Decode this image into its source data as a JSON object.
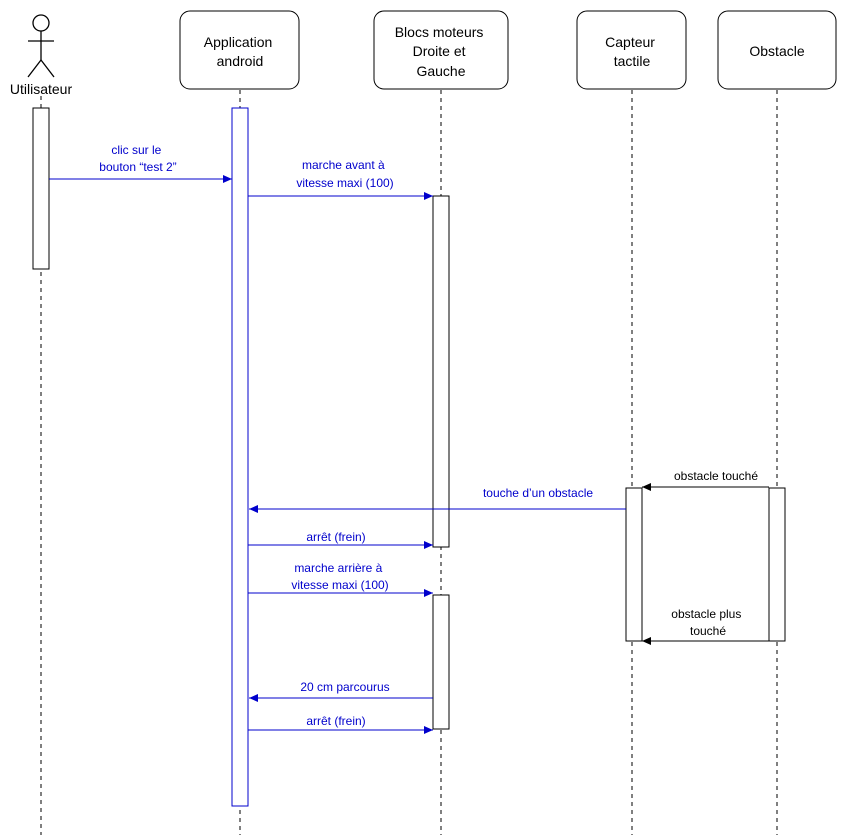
{
  "actor": {
    "label": "Utilisateur"
  },
  "participants": [
    {
      "id": "app",
      "lines": [
        "Application",
        "android"
      ]
    },
    {
      "id": "motors",
      "lines": [
        "Blocs moteurs",
        "Droite et",
        "Gauche"
      ]
    },
    {
      "id": "sensor",
      "lines": [
        "Capteur",
        "tactile"
      ]
    },
    {
      "id": "obstacle",
      "lines": [
        "Obstacle"
      ]
    }
  ],
  "messages": [
    {
      "id": "m1",
      "from": "user",
      "to": "app",
      "lines": [
        "clic sur le",
        "bouton “test 2”"
      ],
      "color": "#0000CC"
    },
    {
      "id": "m2",
      "from": "app",
      "to": "motors",
      "lines": [
        "marche avant à",
        "vitesse maxi (100)"
      ],
      "color": "#0000CC"
    },
    {
      "id": "m3",
      "from": "obstacle",
      "to": "sensor",
      "lines": [
        "obstacle touché"
      ],
      "color": "#000000"
    },
    {
      "id": "m4",
      "from": "sensor",
      "to": "app",
      "lines": [
        "touche d’un obstacle"
      ],
      "color": "#0000CC"
    },
    {
      "id": "m5",
      "from": "app",
      "to": "motors",
      "lines": [
        "arrêt (frein)"
      ],
      "color": "#0000CC"
    },
    {
      "id": "m6",
      "from": "app",
      "to": "motors",
      "lines": [
        "marche arrière à",
        "vitesse maxi (100)"
      ],
      "color": "#0000CC"
    },
    {
      "id": "m7",
      "from": "obstacle",
      "to": "sensor",
      "lines": [
        "obstacle plus",
        "touché"
      ],
      "color": "#000000"
    },
    {
      "id": "m8",
      "from": "motors",
      "to": "app",
      "lines": [
        "20 cm parcourus"
      ],
      "color": "#0000CC"
    },
    {
      "id": "m9",
      "from": "app",
      "to": "motors",
      "lines": [
        "arrêt (frein)"
      ],
      "color": "#0000CC"
    }
  ],
  "colors": {
    "message_blue": "#0000CC",
    "outline": "#000000",
    "background": "#FFFFFF"
  }
}
